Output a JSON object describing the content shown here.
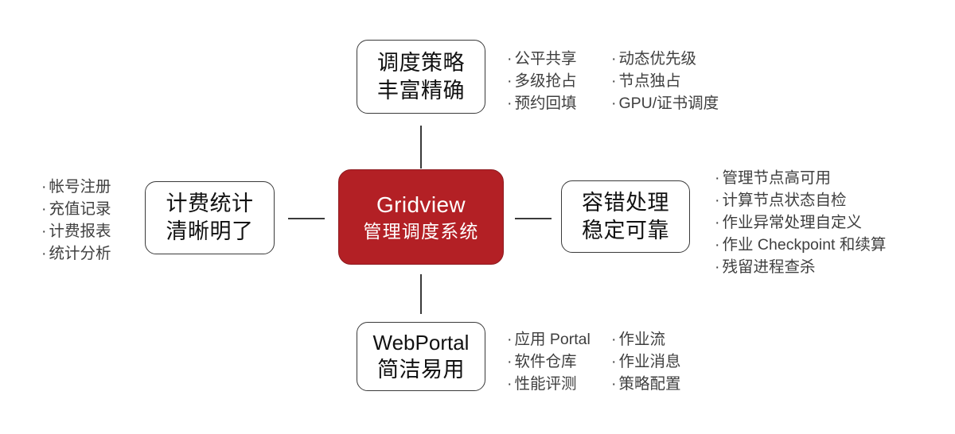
{
  "diagram": {
    "center": {
      "title_en": "Gridview",
      "title_cn": "管理调度系统",
      "accent_color": "#b32025"
    },
    "nodes": {
      "top": {
        "line1": "调度策略",
        "line2": "丰富精确"
      },
      "left": {
        "line1": "计费统计",
        "line2": "清晰明了"
      },
      "right": {
        "line1": "容错处理",
        "line2": "稳定可靠"
      },
      "bottom": {
        "line1": "WebPortal",
        "line2": "简洁易用"
      }
    },
    "bullets": {
      "top": [
        [
          "公平共享",
          "多级抢占",
          "预约回填"
        ],
        [
          "动态优先级",
          "节点独占",
          "GPU/证书调度"
        ]
      ],
      "left": [
        [
          "帐号注册",
          "充值记录",
          "计费报表",
          "统计分析"
        ]
      ],
      "right": [
        [
          "管理节点高可用",
          "计算节点状态自检",
          "作业异常处理自定义",
          "作业 Checkpoint 和续算",
          "残留进程查杀"
        ]
      ],
      "bottom": [
        [
          "应用 Portal",
          "软件仓库",
          "性能评测"
        ],
        [
          "作业流",
          "作业消息",
          "策略配置"
        ]
      ]
    }
  }
}
